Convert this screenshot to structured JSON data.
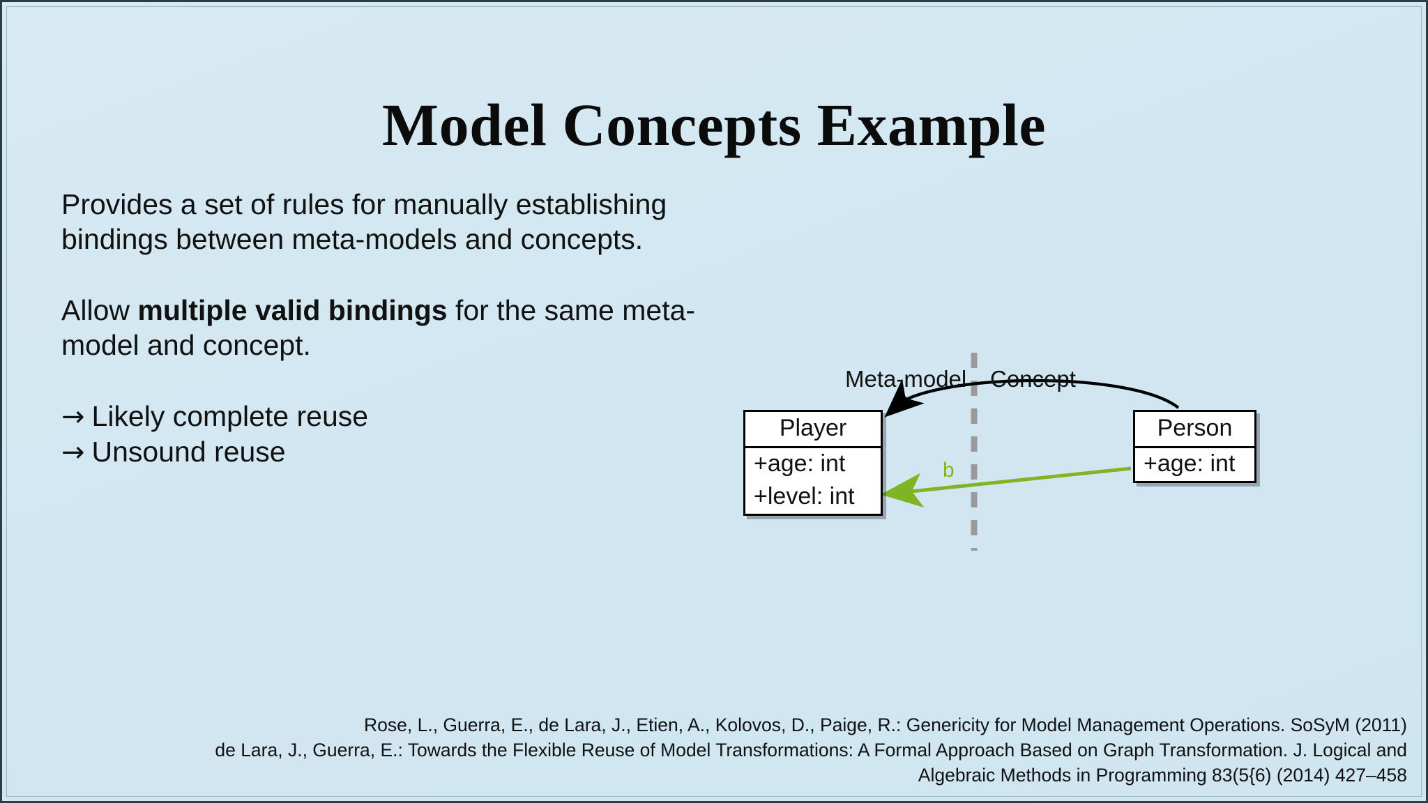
{
  "slide": {
    "background_color": "#d4e8f2",
    "border_color": "#2b3c44",
    "title": "Model Concepts Example"
  },
  "body": {
    "paragraph1_line1": "Provides a set of rules for manually establishing",
    "paragraph1_line2": "bindings between meta-models and concepts.",
    "paragraph2_pre": "Allow ",
    "paragraph2_bold": "multiple valid bindings",
    "paragraph2_post": " for the same meta-",
    "paragraph2_line2": "model and concept.",
    "bullet_arrow_glyph": "→",
    "bullet1": "Likely complete reuse",
    "bullet2": "Unsound reuse"
  },
  "diagram": {
    "left_label": "Meta-model",
    "right_label": "Concept",
    "divider_color": "#9a9a9a",
    "binding_label": "b",
    "binding_color": "#7FB423",
    "match_arrow_color": "#000000",
    "player_class": {
      "name": "Player",
      "attributes": [
        "+age: int",
        "+level: int"
      ]
    },
    "person_class": {
      "name": "Person",
      "attributes": [
        "+age: int"
      ]
    }
  },
  "references": {
    "line1": "Rose, L., Guerra, E., de Lara, J., Etien, A., Kolovos, D., Paige, R.: Genericity for Model Management Operations. SoSyM (2011)",
    "line2": "de Lara, J., Guerra, E.: Towards the Flexible Reuse of Model Transformations: A Formal Approach Based on Graph Transformation. J. Logical and",
    "line3": "Algebraic Methods in Programming 83(5{6) (2014) 427–458"
  }
}
